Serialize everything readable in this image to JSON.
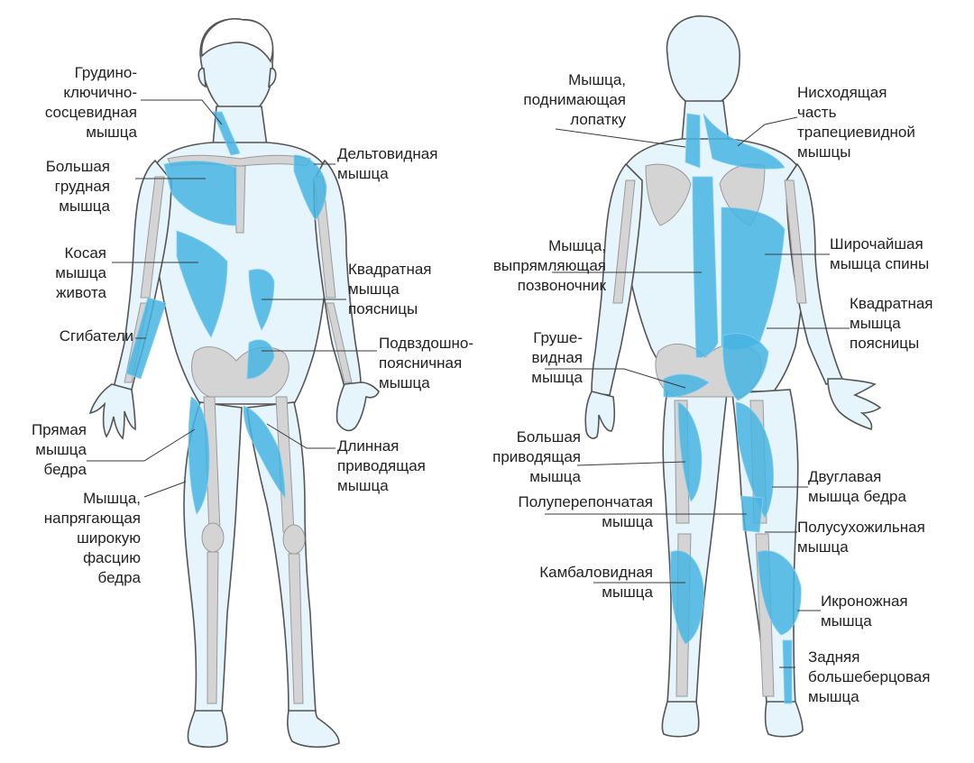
{
  "colors": {
    "skin": "#e6f4fb",
    "outline": "#555555",
    "bone": "#d4d4d4",
    "muscle": "#47b4e2",
    "muscle_light": "#86cfee",
    "line": "#3a3a3a"
  },
  "labels": {
    "sternocleidomastoid": "Грудино-\nключично-\nсосцевидная\nмышца",
    "pectoralis_major": "Большая\nгрудная\nмышца",
    "oblique": "Косая\nмышца\nживота",
    "flexors": "Сгибатели",
    "rectus_femoris": "Прямая\nмышца\nбедра",
    "tensor_fasciae_latae": "Мышца,\nнапрягающая\nширокую\nфасцию\nбедра",
    "deltoid": "Дельтовидная\nмышца",
    "quadratus_lumborum_front": "Квадратная\nмышца\nпоясницы",
    "iliopsoas": "Подвздошно-\nпоясничная\nмышца",
    "adductor_longus": "Длинная\nприводящая\nмышца",
    "levator_scapulae": "Мышца,\nподнимающая\nлопатку",
    "erector_spinae": "Мышца,\nвыпрямляющая\nпозвоночник",
    "piriformis": "Груше-\nвидная\nмышца",
    "adductor_magnus": "Большая\nприводящая\nмышца",
    "semimembranosus": "Полуперепончатая\nмышца",
    "soleus": "Камбаловидная\nмышца",
    "trapezius": "Нисходящая\nчасть\nтрапециевидной\nмышцы",
    "latissimus": "Широчайшая\nмышца спины",
    "quadratus_lumborum_back": "Квадратная\nмышца\nпоясницы",
    "biceps_femoris": "Двуглавая\nмышца бедра",
    "semitendinosus": "Полусухожильная\nмышца",
    "gastrocnemius": "Икроножная\nмышца",
    "tibialis_posterior": "Задняя\nбольшеберцовая\nмышца"
  }
}
